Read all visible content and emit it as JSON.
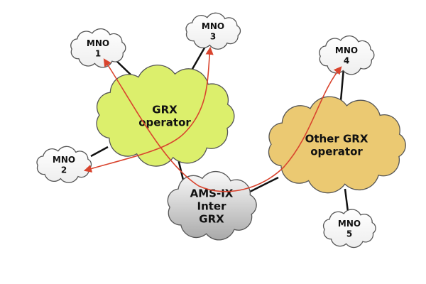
{
  "nodes": [
    {
      "id": "mno1",
      "lines": [
        "MNO",
        "1"
      ],
      "fill": "#ffffff"
    },
    {
      "id": "mno2",
      "lines": [
        "MNO",
        "2"
      ],
      "fill": "#ffffff"
    },
    {
      "id": "mno3",
      "lines": [
        "MNO",
        "3"
      ],
      "fill": "#ffffff"
    },
    {
      "id": "mno4",
      "lines": [
        "MNO",
        "4"
      ],
      "fill": "#ffffff"
    },
    {
      "id": "mno5",
      "lines": [
        "MNO",
        "5"
      ],
      "fill": "#ffffff"
    },
    {
      "id": "grx",
      "lines": [
        "GRX",
        "operator"
      ],
      "fill": "#dcef6c"
    },
    {
      "id": "other",
      "lines": [
        "Other GRX",
        "operator"
      ],
      "fill": "#ebc972"
    },
    {
      "id": "amsix",
      "lines": [
        "AMS-IX",
        "Inter",
        "GRX"
      ],
      "fill": "#d8d8d8"
    }
  ],
  "links": [
    [
      "mno1",
      "grx"
    ],
    [
      "mno3",
      "grx"
    ],
    [
      "mno2",
      "grx"
    ],
    [
      "grx",
      "amsix"
    ],
    [
      "amsix",
      "other"
    ],
    [
      "other",
      "mno4"
    ],
    [
      "other",
      "mno5"
    ]
  ],
  "flows": [
    [
      "mno2",
      "mno3"
    ],
    [
      "mno1",
      "mno4"
    ]
  ],
  "colors": {
    "flow": "#d9442e",
    "link": "#111111"
  }
}
